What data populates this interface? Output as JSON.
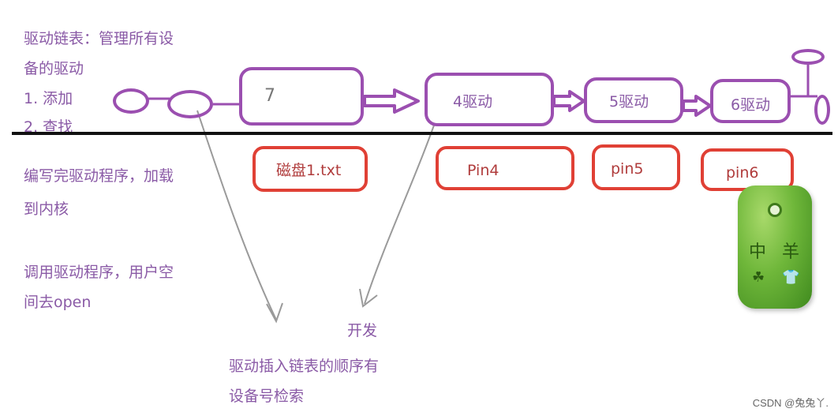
{
  "notes": {
    "title_line1": "驱动链表：管理所有设",
    "title_line2": "备的驱动",
    "item1": "1. 添加",
    "item2": "2. 查找",
    "compile_line1": "编写完驱动程序，加载",
    "compile_line2": "到内核",
    "call_line1": "调用驱动程序，用户空",
    "call_line2": "间去open",
    "dev": "开发",
    "order_line1": "驱动插入链表的顺序有",
    "order_line2": "设备号检索"
  },
  "nodes": {
    "n1": "7",
    "n2": "4驱动",
    "n3": "5驱动",
    "n4": "6驱动"
  },
  "devices": {
    "d1": "磁盘1.txt",
    "d2": "Pin4",
    "d3": "pin5",
    "d4": "pin6"
  },
  "badge": {
    "char1": "中",
    "char2": "羊"
  },
  "watermark": "CSDN @兔兔丫."
}
